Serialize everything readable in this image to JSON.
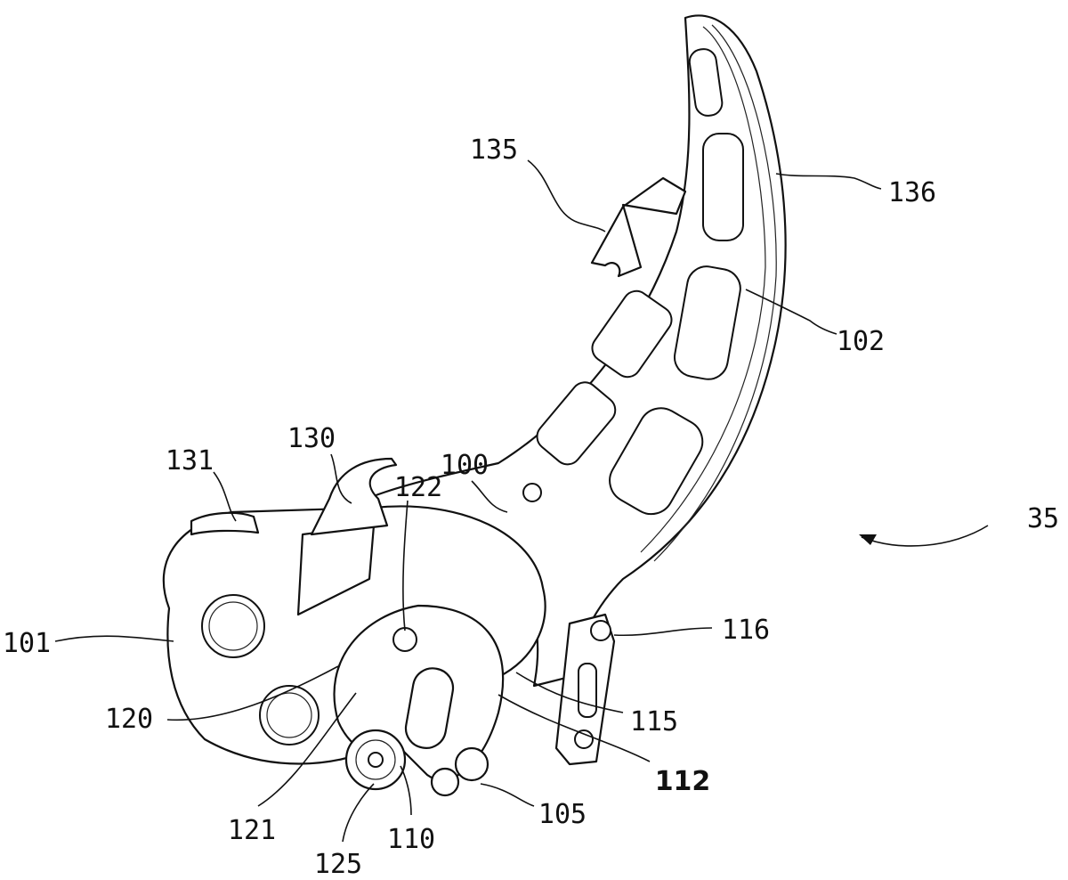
{
  "figure": {
    "labels": {
      "l135": "135",
      "l136": "136",
      "l102": "102",
      "l130": "130",
      "l131": "131",
      "l122": "122",
      "l100": "100",
      "l35": "35",
      "l116": "116",
      "l101": "101",
      "l120": "120",
      "l115": "115",
      "l112": "112",
      "l105": "105",
      "l121": "121",
      "l110": "110",
      "l125": "125"
    }
  }
}
